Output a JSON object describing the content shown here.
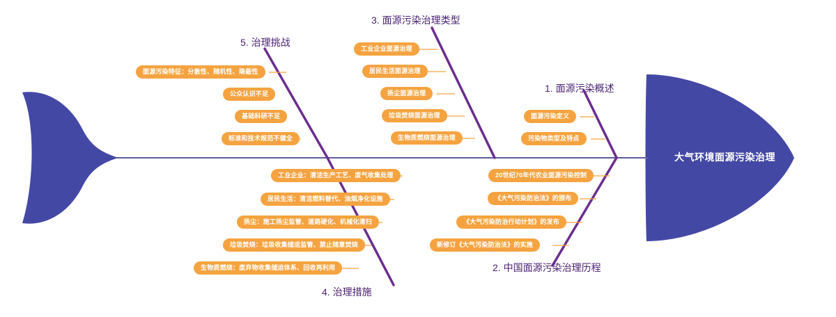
{
  "diagram": {
    "type": "fishbone",
    "head_title": "大气环境面源污染治理",
    "colors": {
      "head_fill": "#4448A5",
      "tail_fill": "#4448A5",
      "spine": "#5C5B9E",
      "branch_line": "#6B2D8E",
      "pill_fill": "#F5A340",
      "pill_text": "#FFFFFF",
      "category_text": "#4B2273",
      "connector": "#F5A340"
    },
    "categories": [
      {
        "id": "cat-1",
        "label": "1. 面源污染概述",
        "side": "top",
        "items": [
          {
            "label": "面源污染定义"
          },
          {
            "label": "污染物类型及特点"
          }
        ]
      },
      {
        "id": "cat-2",
        "label": "2. 中国面源污染治理历程",
        "side": "bottom",
        "items": [
          {
            "label": "20世纪70年代农业面源污染控制"
          },
          {
            "label": "《大气污染防治法》的颁布"
          },
          {
            "label": "《大气污染防治行动计划》的发布"
          },
          {
            "label": "新修订《大气污染防治法》的实施"
          }
        ]
      },
      {
        "id": "cat-3",
        "label": "3. 面源污染治理类型",
        "side": "top",
        "items": [
          {
            "label": "工业企业面源治理"
          },
          {
            "label": "居民生活面源治理"
          },
          {
            "label": "扬尘面源治理"
          },
          {
            "label": "垃圾焚烧面源治理"
          },
          {
            "label": "生物质燃烧面源治理"
          }
        ]
      },
      {
        "id": "cat-4",
        "label": "4. 治理措施",
        "side": "bottom",
        "items": [
          {
            "label": "工业企业：清洁生产工艺、废气收集处理"
          },
          {
            "label": "居民生活：清洁燃料替代、油烟净化设施"
          },
          {
            "label": "扬尘：施工扬尘监管、道路硬化、机械化清扫"
          },
          {
            "label": "垃圾焚烧：垃圾收集储运监管、禁止随意焚烧"
          },
          {
            "label": "生物质燃烧：废弃物收集储运体系、回收再利用"
          }
        ]
      },
      {
        "id": "cat-5",
        "label": "5. 治理挑战",
        "side": "top",
        "items": [
          {
            "label": "面源污染特征：分散性、随机性、隐蔽性"
          },
          {
            "label": "公众认识不足"
          },
          {
            "label": "基础科研不足"
          },
          {
            "label": "标准和技术规范不健全"
          }
        ]
      }
    ]
  }
}
